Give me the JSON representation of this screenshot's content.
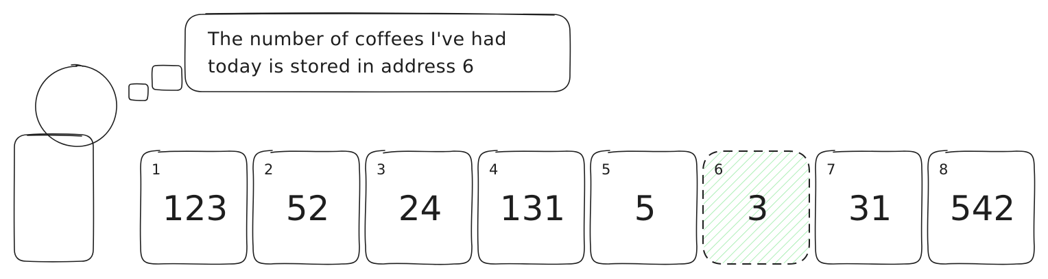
{
  "thought": {
    "lines": [
      "The number of coffees I've had",
      "today is stored in address 6"
    ]
  },
  "memory": {
    "cells": [
      {
        "address": "1",
        "value": "123",
        "highlighted": false
      },
      {
        "address": "2",
        "value": "52",
        "highlighted": false
      },
      {
        "address": "3",
        "value": "24",
        "highlighted": false
      },
      {
        "address": "4",
        "value": "131",
        "highlighted": false
      },
      {
        "address": "5",
        "value": "5",
        "highlighted": false
      },
      {
        "address": "6",
        "value": "3",
        "highlighted": true
      },
      {
        "address": "7",
        "value": "31",
        "highlighted": false
      },
      {
        "address": "8",
        "value": "542",
        "highlighted": false
      }
    ]
  },
  "colors": {
    "stroke": "#1e1e1e",
    "highlight": "#b2f2bb",
    "highlight_hatch": "#8ce99a"
  }
}
